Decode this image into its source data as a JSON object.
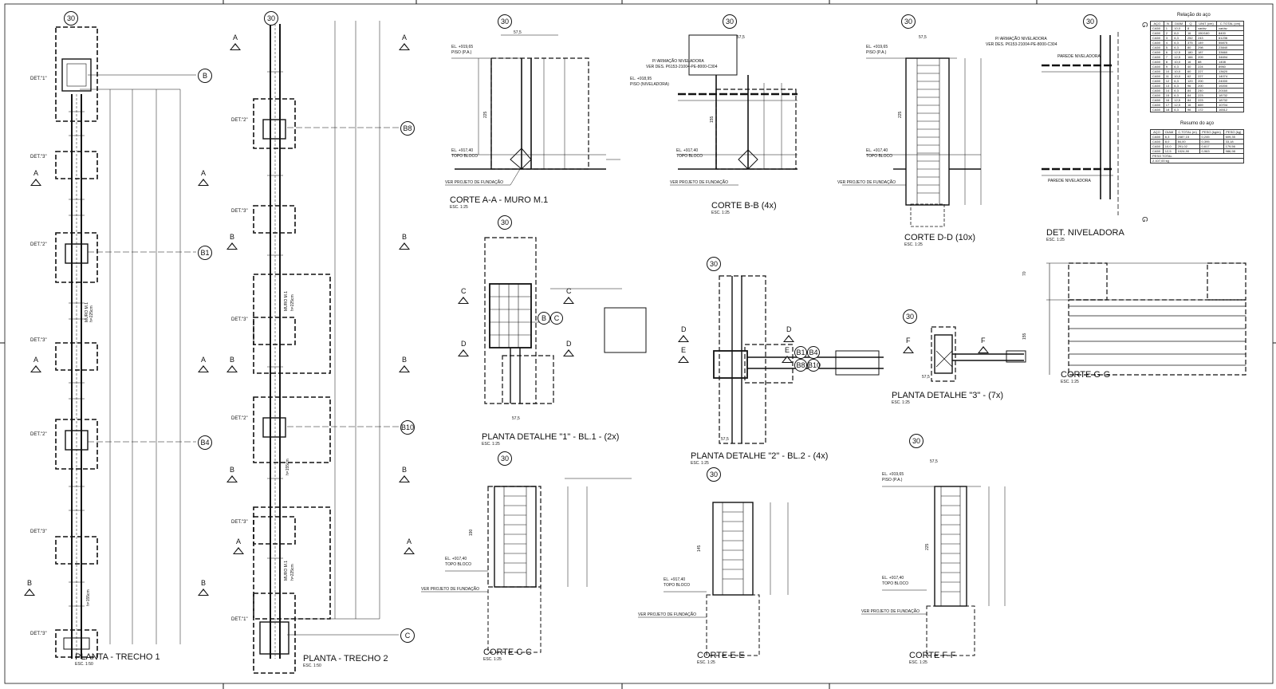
{
  "sheet": {
    "callout_number": "30",
    "det_labels": {
      "det1": "DET.\"1\"",
      "det2": "DET.\"2\"",
      "det3": "DET.\"3\""
    },
    "axis_labels": [
      "B",
      "B1",
      "B4",
      "B8",
      "B10",
      "C"
    ],
    "section_marks": [
      "A",
      "B",
      "C",
      "D",
      "E",
      "F",
      "G"
    ]
  },
  "views": {
    "planta1": {
      "title": "PLANTA - TRECHO 1",
      "scale": "ESC. 1:50",
      "muro": "MURO M.1",
      "height1": "h=225cm",
      "height2": "h=155cm"
    },
    "planta2": {
      "title": "PLANTA - TRECHO 2",
      "scale": "ESC. 1:50",
      "muro": "MURO M.1",
      "height1": "h=225cm",
      "height2": "h=155cm"
    },
    "corte_aa": {
      "title": "CORTE A-A - MURO M.1",
      "scale": "ESC. 1:25",
      "el_top": "EL. +919,65",
      "piso": "PISO (P.A.)",
      "el_bot": "EL. +917,40",
      "topo": "TOPO BLOCO",
      "ref": "VER PROJETO DE FUNDAÇÃO",
      "dim": "57,5",
      "h": "225"
    },
    "corte_bb": {
      "title": "CORTE B-B (4x)",
      "scale": "ESC. 1:25",
      "el_top": "EL. +918,95",
      "piso": "PISO (NIVELADORA)",
      "el_bot": "EL. +917,40",
      "topo": "TOPO BLOCO",
      "ref": "VER PROJETO DE FUNDAÇÃO",
      "note": "P/ ARMAÇÃO NIVELADORA",
      "note2": "VER DES. P6153-21004-PE-8000-C304",
      "dim": "57,5",
      "h": "155"
    },
    "corte_dd": {
      "title": "CORTE D-D (10x)",
      "scale": "ESC. 1:25",
      "el_top": "EL. +919,65",
      "piso": "PISO (P.A.)",
      "el_bot": "EL. +917,40",
      "topo": "TOPO BLOCO",
      "ref": "VER PROJETO DE FUNDAÇÃO",
      "dim": "57,5",
      "h": "225"
    },
    "det_niveladora": {
      "title": "DET. NIVELADORA",
      "scale": "ESC. 1:25",
      "note": "P/ ARMAÇÃO NIVELADORA",
      "note2": "VER DES. P6153-21004-PE-8000-C304",
      "parede": "PAREDE NIVELADORA"
    },
    "planta_det1": {
      "title": "PLANTA DETALHE \"1\" - BL.1 - (2x)",
      "scale": "ESC. 1:25",
      "dim": "57,5"
    },
    "planta_det2": {
      "title": "PLANTA DETALHE \"2\" - BL.2 - (4x)",
      "scale": "ESC. 1:25",
      "dim": "57,5"
    },
    "planta_det3": {
      "title": "PLANTA DETALHE \"3\" - (7x)",
      "scale": "ESC. 1:25",
      "dim": "57,5"
    },
    "corte_gg": {
      "title": "CORTE G-G",
      "scale": "ESC. 1:25",
      "h1": "70",
      "h2": "155"
    },
    "corte_cc": {
      "title": "CORTE C-C",
      "scale": "ESC. 1:25",
      "el_bot": "EL. +917,40",
      "topo": "TOPO BLOCO",
      "ref": "VER PROJETO DE FUNDAÇÃO",
      "h": "190"
    },
    "corte_ee": {
      "title": "CORTE E-E",
      "scale": "ESC. 1:25",
      "el_bot": "EL. +917,40",
      "topo": "TOPO BLOCO",
      "ref": "VER PROJETO DE FUNDAÇÃO",
      "h": "145"
    },
    "corte_ff": {
      "title": "CORTE F-F",
      "scale": "ESC. 1:25",
      "el_top": "EL. +919,65",
      "piso": "PISO (P.A.)",
      "el_bot": "EL. +917,40",
      "topo": "TOPO BLOCO",
      "ref": "VER PROJETO DE FUNDAÇÃO",
      "dim": "57,5",
      "h": "225"
    }
  },
  "tables": {
    "relacao": {
      "title": "Relação do aço",
      "headers": [
        "AÇO",
        "N",
        "DIAM",
        "Q",
        "UNIT (cm)",
        "C.TOTAL (cm)"
      ],
      "rows": [
        [
          "CA50",
          "1",
          "10,0",
          "8",
          "variáv.",
          "variáv."
        ],
        [
          "CA50",
          "2",
          "8,0",
          "16",
          "150/160",
          "8400"
        ],
        [
          "CA50",
          "3",
          "6,3",
          "252",
          "243",
          "61236"
        ],
        [
          "CA50",
          "4",
          "6,3",
          "375",
          "149",
          "55875"
        ],
        [
          "CA50",
          "5",
          "6,3",
          "80",
          "298",
          "23840"
        ],
        [
          "CA50",
          "6",
          "12,5",
          "180",
          "187",
          "33660"
        ],
        [
          "CA50",
          "7",
          "12,5",
          "166",
          "209",
          "34694"
        ],
        [
          "CA50",
          "8",
          "10,0",
          "16",
          "88",
          "1408"
        ],
        [
          "CA50",
          "9",
          "6,3",
          "40",
          "224",
          "8960"
        ],
        [
          "CA50",
          "10",
          "10,0",
          "60",
          "227",
          "13620"
        ],
        [
          "CA50",
          "11",
          "10,0",
          "62",
          "227",
          "14074"
        ],
        [
          "CA50",
          "12",
          "6,3",
          "120",
          "200",
          "24000"
        ],
        [
          "CA50",
          "13",
          "6,3",
          "96",
          "200",
          "19200"
        ],
        [
          "CA50",
          "14",
          "6,3",
          "84",
          "240",
          "20160"
        ],
        [
          "CA50",
          "15",
          "6,3",
          "84",
          "223",
          "18732"
        ],
        [
          "CA50",
          "16",
          "12,5",
          "84",
          "223",
          "18732"
        ],
        [
          "CA50",
          "17",
          "12,5",
          "16",
          "669",
          "10704"
        ],
        [
          "CA50",
          "18",
          "6,3",
          "96",
          "172",
          "16512"
        ]
      ]
    },
    "resumo": {
      "title": "Resumo do aço",
      "headers": [
        "AÇO",
        "DIAM",
        "C.TOTAL (m)",
        "PESO (kg/m)",
        "PESO (kg)"
      ],
      "rows": [
        [
          "CA50",
          "6,3",
          "2487,15",
          "0,245",
          "609,35"
        ],
        [
          "CA50",
          "8,0",
          "84,00",
          "0,395",
          "33,18"
        ],
        [
          "CA50",
          "10,0",
          "291,02",
          "0,617",
          "179,56"
        ],
        [
          "CA50",
          "12,5",
          "1024,90",
          "0,963",
          "986,98"
        ]
      ],
      "total_label": "PESO TOTAL",
      "total_value": "2.107,00 kg"
    }
  }
}
